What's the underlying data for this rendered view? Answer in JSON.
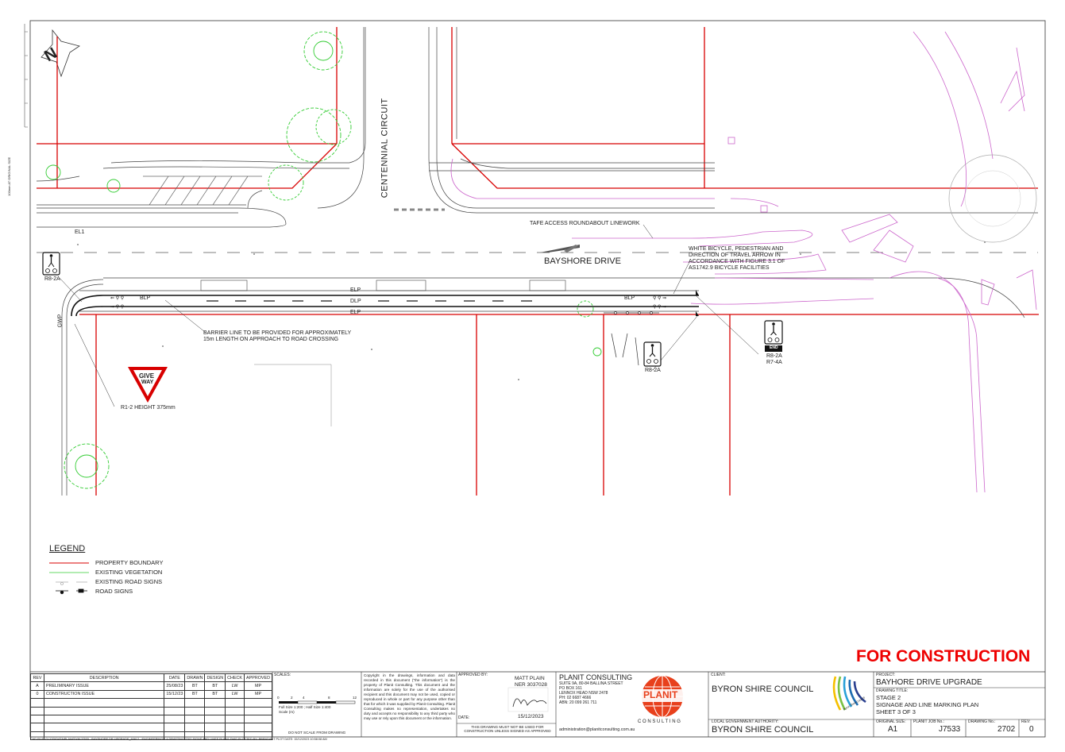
{
  "colors": {
    "property_boundary": "#d80000",
    "vegetation": "#33cc33",
    "roundabout_linework": "#cc66cc",
    "linework": "#333333",
    "for_construction": "#e00000"
  },
  "plan": {
    "north_label": "N",
    "streets": {
      "centennial": "CENTENNIAL CIRCUIT",
      "bayshore": "BAYSHORE DRIVE"
    },
    "side_label": "100mm AT ORIGINAL SIZE",
    "labels": {
      "el1": "EL1",
      "tafe": "TAFE ACCESS ROUNDABOUT LINEWORK",
      "white_arrow_note": "WHITE BICYCLE, PEDESTRIAN AND DIRECTION OF TRAVEL ARROW IN ACCORDANCE WITH FIGURE 3.1 OF AS1742.9 BICYCLE FACILITIES",
      "r82a_left": "R8-2A",
      "blp_left": "BLP",
      "blp_right": "BLP",
      "elp_top": "ELP",
      "dlp": "DLP",
      "elp_bottom": "ELP",
      "gwp": "GWP",
      "barrier_note": "BARRIER LINE TO BE PROVIDED FOR APPROXIMATELY 15m LENGTH ON APPROACH TO ROAD CROSSING",
      "give_way_line1": "GIVE",
      "give_way_line2": "WAY",
      "r12": "R1-2 HEIGHT 375mm",
      "r82a_mid": "R8-2A",
      "end_sign": "END",
      "r82a_right": "R8-2A",
      "r74a": "R7-4A"
    }
  },
  "legend": {
    "title": "LEGEND",
    "items": [
      {
        "label": "PROPERTY BOUNDARY",
        "symbol": "property-boundary"
      },
      {
        "label": "EXISTING VEGETATION",
        "symbol": "existing-vegetation"
      },
      {
        "label": "EXISTING ROAD SIGNS",
        "symbol": "existing-road-signs"
      },
      {
        "label": "ROAD SIGNS",
        "symbol": "road-signs"
      }
    ]
  },
  "stamp": "FOR CONSTRUCTION",
  "title_block": {
    "revisions": {
      "headers": [
        "REV",
        "DESCRIPTION",
        "DATE",
        "DRAWN",
        "DESIGN",
        "CHECK",
        "APPROVED"
      ],
      "rows": [
        [
          "A",
          "PRELIMINARY ISSUE",
          "25/08/23",
          "BT",
          "BT",
          "LW",
          "MP"
        ],
        [
          "0",
          "CONSTRUCTION ISSUE",
          "15/12/23",
          "BT",
          "BT",
          "LW",
          "MP"
        ]
      ]
    },
    "scales": {
      "label": "SCALES:",
      "ticks": [
        "0",
        "2",
        "4",
        "8",
        "12"
      ],
      "line1": "Full Size 1:200 ; Half Size 1:400",
      "line2": "Scale (m)",
      "note": "DO NOT SCALE FROM DRAWING"
    },
    "copyright": "Copyright in the drawings, information and data recorded in this document (\"the information\") is the property of Planit Consulting. This document and the information are solely for the use of the authorised recipient and this document may not be used, copied or reproduced in whole or part for any purpose other than that for which it was supplied by Planit Consulting. Planit Consulting makes no representation, undertakes no duty and accepts no responsibility to any third party who may use or rely upon this document or the information.",
    "approved": {
      "label": "APPROVED BY:",
      "name": "MATT PLAIN",
      "ner": "NER 3037028",
      "date": "15/12/2023",
      "date_label": "DATE:",
      "note": "THIS DRAWING MUST NOT BE USED FOR CONSTRUCTION UNLESS SIGNED AS APPROVED"
    },
    "company": {
      "name": "PLANIT CONSULTING",
      "address1": "SUITE 9A, 80-84 BALLINA STREET",
      "address2": "PO BOX 161",
      "address3": "LENNOX HEAD NSW 2478",
      "phone": "PH: 02 6687 4666",
      "abn": "ABN: 20 099 261 711",
      "email": "administration@planitconsulting.com.au",
      "logo_word": "PLANIT",
      "logo_sub": "C O N S U L T I N G"
    },
    "client": {
      "label": "CLIENT:",
      "name": "BYRON SHIRE COUNCIL",
      "lga_label": "LOCAL GOVERNMENT AUTHORITY:",
      "lga": "BYRON SHIRE COUNCIL",
      "logo_text": "Byron Shire Council"
    },
    "project": {
      "label": "PROJECT:",
      "name": "BAYHORE DRIVE UPGRADE",
      "drawing_title_label": "DRAWING TITLE:",
      "title_line1": "STAGE 2",
      "title_line2": "SIGNAGE AND LINE MARKING PLAN",
      "title_line3": "SHEET 3 OF 3",
      "original_size_label": "ORIGINAL SIZE:",
      "original_size": "A1",
      "job_label": "PLANIT JOB No.:",
      "job": "J7533",
      "drawing_no_label": "DRAWING No.:",
      "drawing_no": "2702",
      "rev_label": "REV:",
      "rev": "0"
    },
    "cad_file": "CAD FILE: G:\\12D\\DATA\\PLANIT\\YN\\J7533 - BAYSHORE DR UPGRADE_60617 - ENGINEERING\\7.4 DRAFTING\\2702 SIGNS AND LINES PLANS.DWG PLOTTED BY: BRENDANT  PLOT DATE: 15/12/2023 10:58:08 AM"
  }
}
